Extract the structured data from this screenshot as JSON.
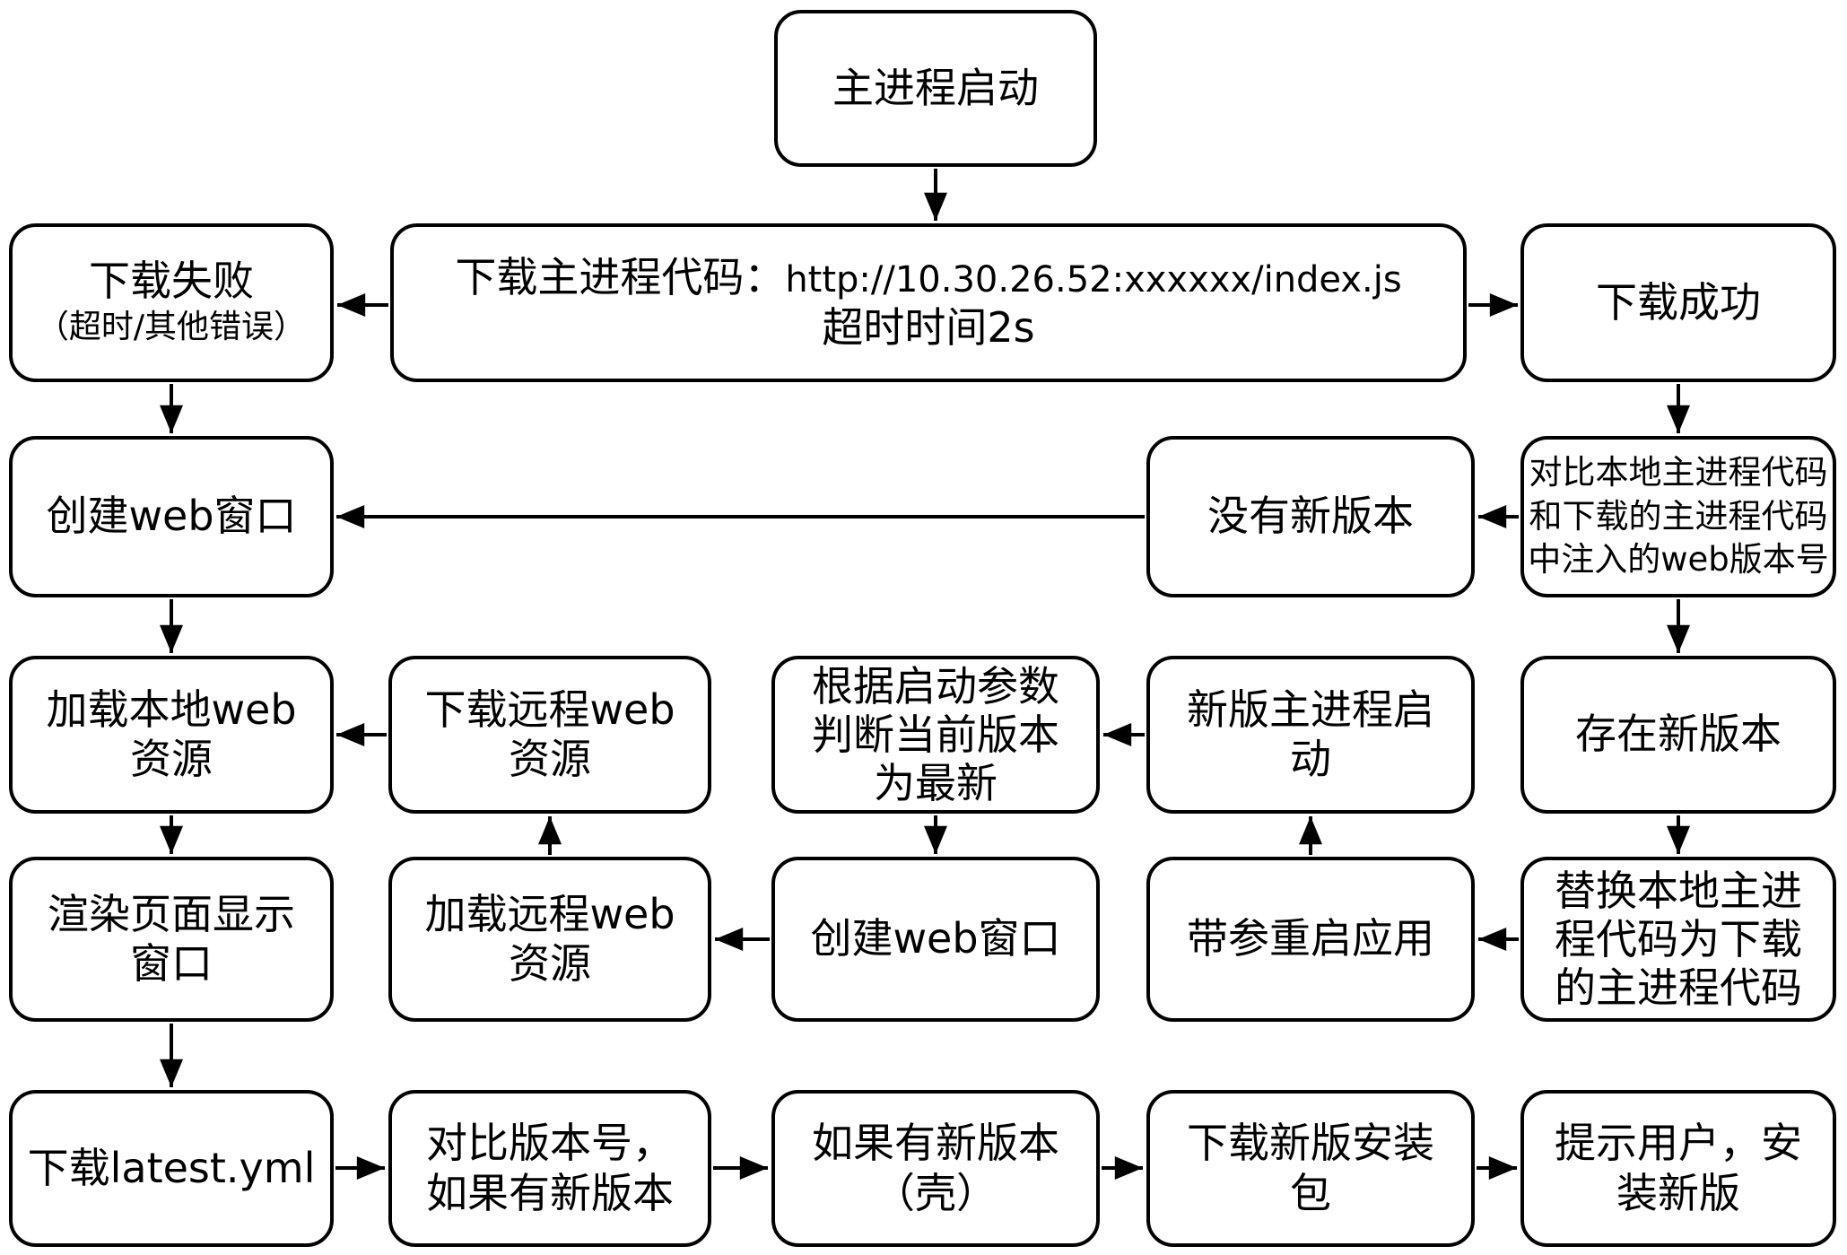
{
  "diagram": {
    "type": "flowchart",
    "colors": {
      "background": "#ffffff",
      "node_fill": "#ffffff",
      "stroke": "#000000",
      "text": "#000000"
    },
    "nodes": {
      "main_start": {
        "lines": [
          "主进程启动"
        ]
      },
      "download_fail": {
        "lines": [
          "下载失败",
          "（超时/其他错误）"
        ]
      },
      "download_code": {
        "prefix": "下载主进程代码：",
        "url": "http://10.30.26.52:xxxxxx/index.js",
        "line2": "超时时间2s"
      },
      "download_success": {
        "lines": [
          "下载成功"
        ]
      },
      "create_window_1": {
        "lines": [
          "创建web窗口"
        ]
      },
      "no_new_version": {
        "lines": [
          "没有新版本"
        ]
      },
      "compare_version": {
        "lines": [
          "对比本地主进程代码",
          "和下载的主进程代码",
          "中注入的web版本号"
        ]
      },
      "load_local": {
        "lines": [
          "加载本地web",
          "资源"
        ]
      },
      "download_remote": {
        "lines": [
          "下载远程web",
          "资源"
        ]
      },
      "judge_latest": {
        "lines": [
          "根据启动参数",
          "判断当前版本",
          "为最新"
        ]
      },
      "new_main_start": {
        "lines": [
          "新版主进程启",
          "动"
        ]
      },
      "exist_new": {
        "lines": [
          "存在新版本"
        ]
      },
      "render_page": {
        "lines": [
          "渲染页面显示",
          "窗口"
        ]
      },
      "load_remote": {
        "lines": [
          "加载远程web",
          "资源"
        ]
      },
      "create_window_2": {
        "lines": [
          "创建web窗口"
        ]
      },
      "restart_with_args": {
        "lines": [
          "带参重启应用"
        ]
      },
      "replace_code": {
        "lines": [
          "替换本地主进",
          "程代码为下载",
          "的主进程代码"
        ]
      },
      "download_yml": {
        "lines": [
          "下载latest.yml"
        ]
      },
      "compare_ver_num": {
        "lines": [
          "对比版本号，",
          "如果有新版本"
        ]
      },
      "if_new_shell": {
        "lines": [
          "如果有新版本",
          "（壳）"
        ]
      },
      "download_installer": {
        "lines": [
          "下载新版安装",
          "包"
        ]
      },
      "prompt_install": {
        "lines": [
          "提示用户，安",
          "装新版"
        ]
      }
    },
    "edges": [
      {
        "from": "main_start",
        "to": "download_code"
      },
      {
        "from": "download_code",
        "to": "download_fail"
      },
      {
        "from": "download_code",
        "to": "download_success"
      },
      {
        "from": "download_success",
        "to": "compare_version"
      },
      {
        "from": "compare_version",
        "to": "no_new_version"
      },
      {
        "from": "no_new_version",
        "to": "create_window_1"
      },
      {
        "from": "download_fail",
        "to": "create_window_1"
      },
      {
        "from": "create_window_1",
        "to": "load_local"
      },
      {
        "from": "compare_version",
        "to": "exist_new"
      },
      {
        "from": "exist_new",
        "to": "replace_code"
      },
      {
        "from": "replace_code",
        "to": "restart_with_args"
      },
      {
        "from": "restart_with_args",
        "to": "new_main_start"
      },
      {
        "from": "new_main_start",
        "to": "judge_latest"
      },
      {
        "from": "judge_latest",
        "to": "create_window_2"
      },
      {
        "from": "create_window_2",
        "to": "load_remote"
      },
      {
        "from": "load_remote",
        "to": "download_remote"
      },
      {
        "from": "download_remote",
        "to": "load_local"
      },
      {
        "from": "load_local",
        "to": "render_page"
      },
      {
        "from": "render_page",
        "to": "download_yml"
      },
      {
        "from": "download_yml",
        "to": "compare_ver_num"
      },
      {
        "from": "compare_ver_num",
        "to": "if_new_shell"
      },
      {
        "from": "if_new_shell",
        "to": "download_installer"
      },
      {
        "from": "download_installer",
        "to": "prompt_install"
      }
    ]
  }
}
